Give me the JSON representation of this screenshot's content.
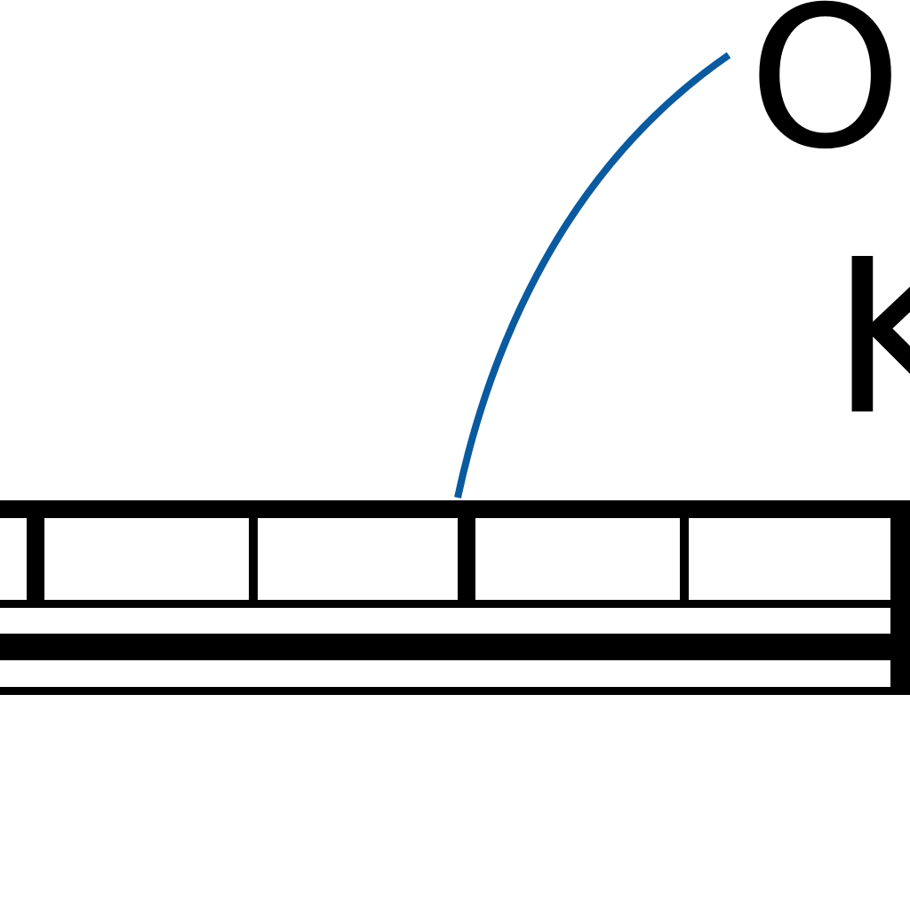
{
  "diagram": {
    "labels": {
      "top_letter": "O",
      "right_letter": "K"
    },
    "colors": {
      "line": "#000000",
      "arc": "#0a5aa0",
      "background": "#ffffff"
    },
    "scale_bar": {
      "major_divisions": 2,
      "minor_divisions_per_major": 2
    }
  }
}
